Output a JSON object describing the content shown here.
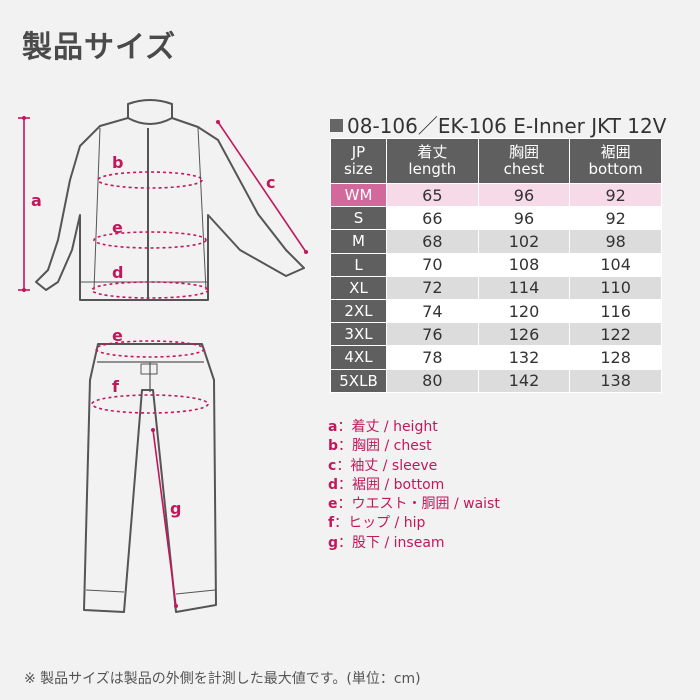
{
  "page_title": "製品サイズ",
  "product": {
    "title": "08-106／EK-106 E-Inner JKT 12V"
  },
  "table": {
    "headers": [
      {
        "jp": "JP",
        "en": "size"
      },
      {
        "jp": "着丈",
        "en": "length"
      },
      {
        "jp": "胸囲",
        "en": "chest"
      },
      {
        "jp": "裾囲",
        "en": "bottom"
      }
    ],
    "rows": [
      {
        "size": "WM",
        "length": "65",
        "chest": "96",
        "bottom": "92"
      },
      {
        "size": "S",
        "length": "66",
        "chest": "96",
        "bottom": "92"
      },
      {
        "size": "M",
        "length": "68",
        "chest": "102",
        "bottom": "98"
      },
      {
        "size": "L",
        "length": "70",
        "chest": "108",
        "bottom": "104"
      },
      {
        "size": "XL",
        "length": "72",
        "chest": "114",
        "bottom": "110"
      },
      {
        "size": "2XL",
        "length": "74",
        "chest": "120",
        "bottom": "116"
      },
      {
        "size": "3XL",
        "length": "76",
        "chest": "126",
        "bottom": "122"
      },
      {
        "size": "4XL",
        "length": "78",
        "chest": "132",
        "bottom": "128"
      },
      {
        "size": "5XLB",
        "length": "80",
        "chest": "142",
        "bottom": "138"
      }
    ],
    "highlight_color": "#d2689c"
  },
  "diagram_labels": {
    "a": "a",
    "b": "b",
    "c": "c",
    "d": "d",
    "e": "e",
    "f": "f",
    "g": "g"
  },
  "legend": [
    {
      "key": "a",
      "sep": "：",
      "text": "着丈 / height"
    },
    {
      "key": "b",
      "sep": "：",
      "text": "胸囲 / chest"
    },
    {
      "key": "c",
      "sep": "：",
      "text": "袖丈 / sleeve"
    },
    {
      "key": "d",
      "sep": "：",
      "text": "裾囲 / bottom"
    },
    {
      "key": "e",
      "sep": "：",
      "text": "ウエスト・胴囲 / waist"
    },
    {
      "key": "f",
      "sep": "：",
      "text": "ヒップ / hip"
    },
    {
      "key": "g",
      "sep": "：",
      "text": "股下 / inseam"
    }
  ],
  "footnote": "※ 製品サイズは製品の外側を計測した最大値です。(単位：cm)",
  "accent_color": "#c2185b"
}
